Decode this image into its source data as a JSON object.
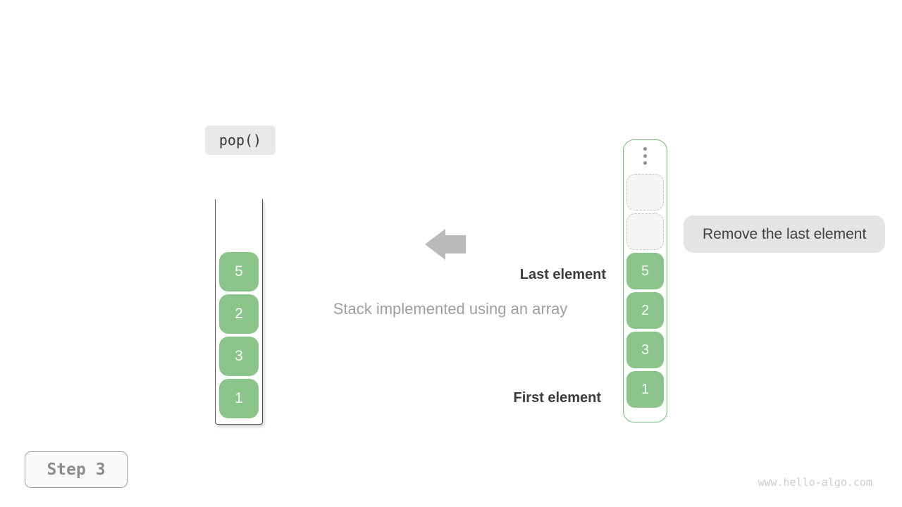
{
  "diagram": {
    "caption": "Stack implemented using an array",
    "operation_label": "pop()",
    "step_label": "Step 3",
    "watermark": "www.hello-algo.com"
  },
  "annotations": {
    "last_element": "Last element",
    "first_element": "First element",
    "callout": "Remove the last element"
  },
  "left_stack": {
    "items": [
      "5",
      "2",
      "3",
      "1"
    ]
  },
  "right_array": {
    "empty_slots": 2,
    "items": [
      "5",
      "2",
      "3",
      "1"
    ]
  },
  "colors": {
    "cell-green": "#8bc48b",
    "container-green": "#77b977",
    "arrow-gray": "#b9b9b9",
    "badge-bg": "#e9e9e9",
    "callout-bg": "#e4e4e4",
    "text-dark": "#3b3b3b",
    "text-gray": "#9e9e9e",
    "step-text": "#8c8c8c"
  }
}
